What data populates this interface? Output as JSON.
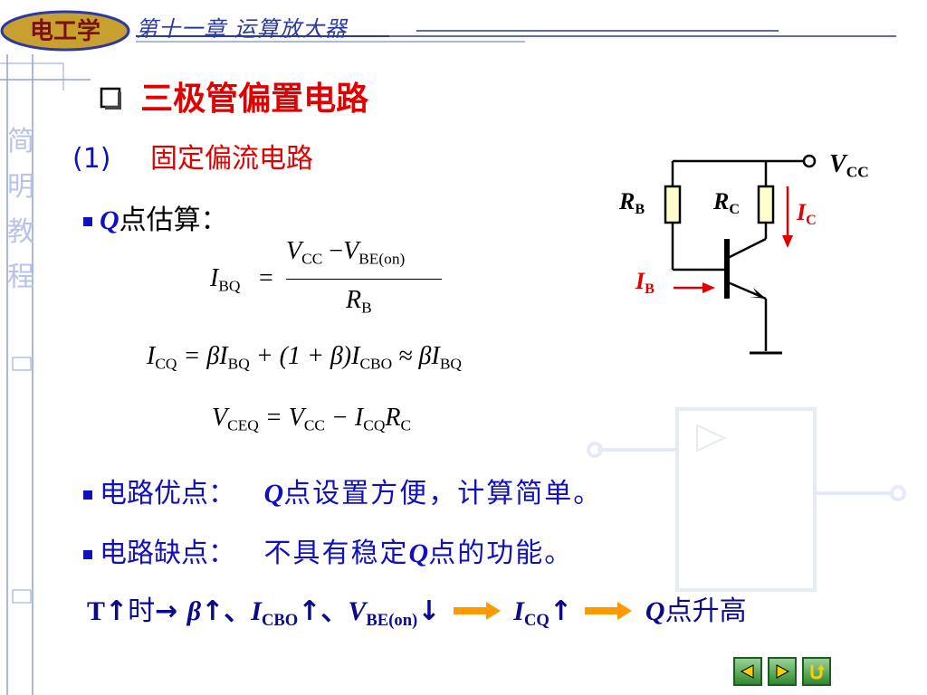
{
  "header": {
    "logo_text": "电工学",
    "chapter": "第十一章  运算放大器"
  },
  "sidebar": {
    "vertical_title": [
      "简",
      "明",
      "教",
      "程"
    ]
  },
  "slide": {
    "title": "三极管偏置电路",
    "section_num": "(1)",
    "section_title": "固定偏流电路",
    "q_label_letter": "Q",
    "q_label_text": "点估算：",
    "eq1": {
      "lhs_I": "I",
      "lhs_sub": "BQ",
      "eq": "=",
      "num_V1": "V",
      "num_sub1": "CC",
      "minus": "−",
      "num_V2": "V",
      "num_sub2": "BE(on)",
      "den_R": "R",
      "den_sub": "B"
    },
    "eq2": {
      "text_I": "I",
      "sub_CQ": "CQ",
      "part1": "= βI",
      "sub_BQ": "BQ",
      "part2": "+ (1 + β)I",
      "sub_CBO": "CBO",
      "part3": "≈ βI",
      "sub_BQ2": "BQ"
    },
    "eq3": {
      "V": "V",
      "sub_CEQ": "CEQ",
      "part1": "= V",
      "sub_CC": "CC",
      "part2": "− I",
      "sub_CQ": "CQ",
      "R": "R",
      "sub_C": "C"
    },
    "advantage_label": "电路优点：",
    "advantage_Q": "Q",
    "advantage_text": "点设置方便，计算简单。",
    "disadvantage_label": "电路缺点：",
    "disadvantage_pre": "不具有稳定",
    "disadvantage_Q": "Q",
    "disadvantage_post": "点的功能。",
    "bottom": {
      "T": "T",
      "up1": "↑",
      "shi": "时",
      "arrow": "→",
      "beta": "β",
      "up2": "↑、",
      "I": "I",
      "sub_CBO": "CBO",
      "up3": "↑、",
      "V": "V",
      "sub_BE": "BE(on)",
      "down": "↓",
      "I2": "I",
      "sub_CQ": "CQ",
      "up4": "↑",
      "Q": "Q",
      "rise": "点升高"
    }
  },
  "circuit": {
    "vcc_V": "V",
    "vcc_sub": "CC",
    "rb_R": "R",
    "rb_sub": "B",
    "rc_R": "R",
    "rc_sub": "C",
    "ic_I": "I",
    "ic_sub": "C",
    "ib_I": "I",
    "ib_sub": "B"
  },
  "colors": {
    "blue": "#1010c0",
    "red": "#e00000",
    "orange": "#ff9900",
    "green": "#2f8a2f"
  },
  "nav": {
    "prev_icon": "triangle-left-icon",
    "next_icon": "triangle-right-icon",
    "return_icon": "return-arrow-icon"
  }
}
